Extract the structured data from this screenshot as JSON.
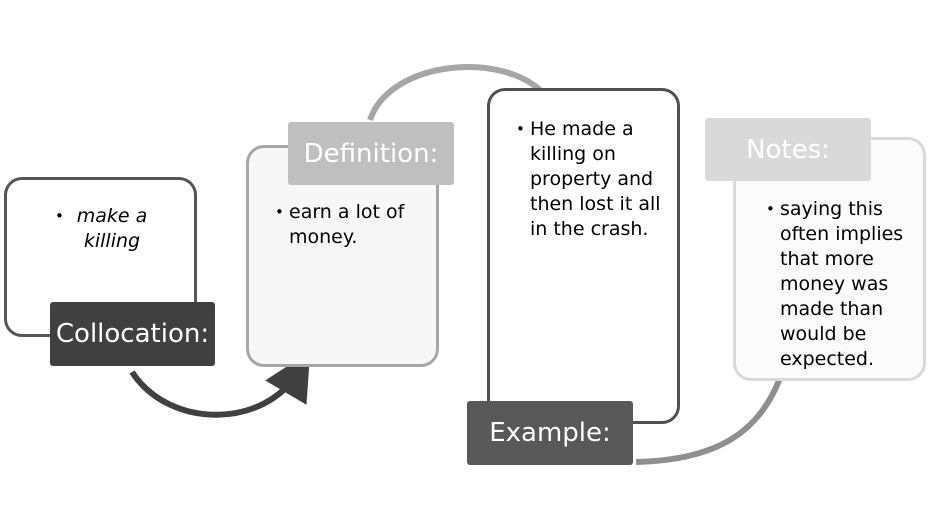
{
  "cards": [
    {
      "label": "Collocation:",
      "bullets": [
        "make a killing"
      ]
    },
    {
      "label": "Definition:",
      "bullets": [
        "earn a lot of money."
      ]
    },
    {
      "label": "Example:",
      "bullets": [
        "He made a killing on property and then lost it all in the crash."
      ]
    },
    {
      "label": "Notes:",
      "bullets": [
        "saying this often implies that more money was made than would be expected."
      ]
    }
  ],
  "colors": {
    "dark_label": "#404040",
    "definition_label": "#bfbfbf",
    "example_label": "#585858",
    "notes_label": "#d9d9d9"
  }
}
